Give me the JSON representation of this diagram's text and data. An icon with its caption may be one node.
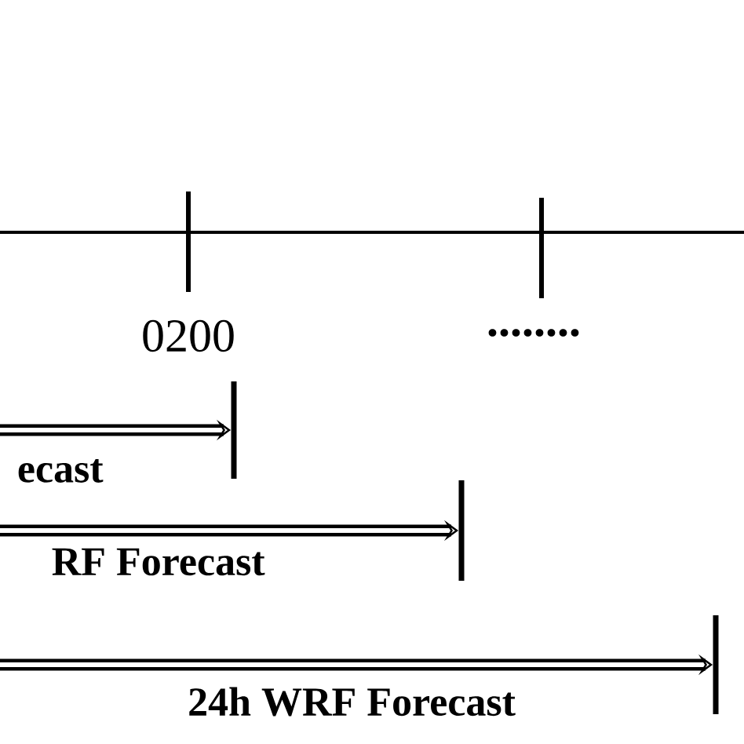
{
  "diagram": {
    "nodes": [
      {
        "text": [],
        "shape": "bar"
      },
      {
        "text": [],
        "shape": "bar"
      },
      {
        "text": [],
        "shape": "bar"
      }
    ],
    "edges": [
      {
        "from": null,
        "to": 0,
        "arrow": "to",
        "label": "ecast"
      },
      {
        "from": null,
        "to": 1,
        "arrow": "to",
        "label": "RF Forecast"
      },
      {
        "from": null,
        "to": 2,
        "arrow": "to",
        "label": "24h WRF Forecast"
      }
    ],
    "labels": [
      "0200",
      "........"
    ]
  }
}
